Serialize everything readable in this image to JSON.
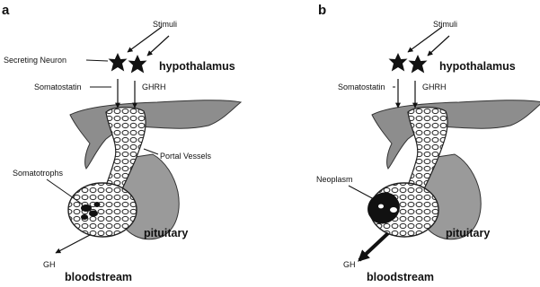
{
  "panels": [
    {
      "letter": "a",
      "labels": {
        "stimuli": "Stimuli",
        "secreting_neuron": "Secreting Neuron",
        "hypothalamus": "hypothalamus",
        "somatostatin": "Somatostatin",
        "ghrh": "GHRH",
        "portal_vessels": "Portal Vessels",
        "somatotrophs": "Somatotrophs",
        "pituitary": "pituitary",
        "gh": "GH",
        "bloodstream": "bloodstream"
      }
    },
    {
      "letter": "b",
      "labels": {
        "stimuli": "Stimuli",
        "hypothalamus": "hypothalamus",
        "somatostatin": "Somatostatin",
        "ghrh": "GHRH",
        "neoplasm": "Neoplasm",
        "pituitary": "pituitary",
        "gh": "GH",
        "bloodstream": "bloodstream"
      }
    }
  ]
}
